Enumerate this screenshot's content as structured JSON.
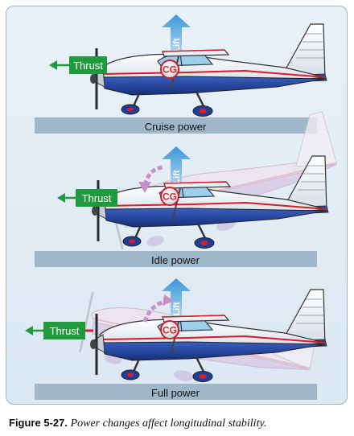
{
  "colors": {
    "panel_bg": "#e3edf5",
    "ground_bar": "#9fb8c9",
    "fuselage_blue": "#1f3e9a",
    "stripe_red": "#d11f2b",
    "thrust_green": "#1f9a3c",
    "lift_blue": "#2c84c6",
    "cg_red": "#d9262b",
    "ghost_pink": "#c98fc8"
  },
  "labels": {
    "thrust": "Thrust",
    "lift": "Lift",
    "cg": "CG"
  },
  "scenes": [
    {
      "ground_label": "Cruise power"
    },
    {
      "ground_label": "Idle power"
    },
    {
      "ground_label": "Full power"
    }
  ],
  "caption": {
    "figure": "Figure 5-27.",
    "text": "Power changes affect longitudinal stability."
  }
}
